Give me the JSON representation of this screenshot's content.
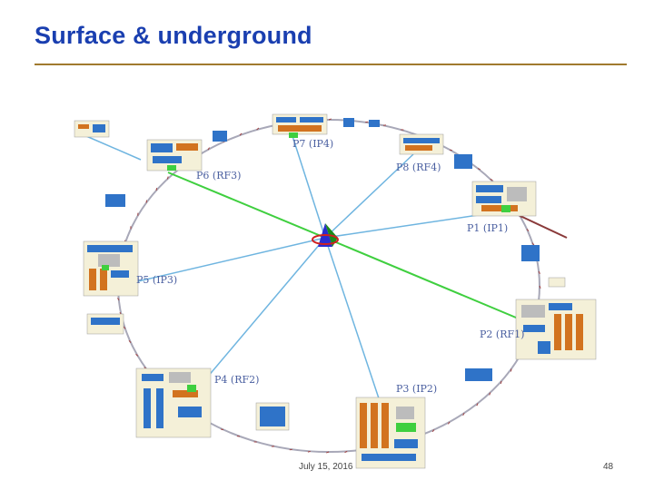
{
  "slide": {
    "title": "Surface & underground",
    "date": "July 15, 2016",
    "page_number": "48"
  },
  "diagram": {
    "points": [
      {
        "id": "p1",
        "label": "P1 (IP1)"
      },
      {
        "id": "p2",
        "label": "P2 (RF1)"
      },
      {
        "id": "p3",
        "label": "P3 (IP2)"
      },
      {
        "id": "p4",
        "label": "P4 (RF2)"
      },
      {
        "id": "p5",
        "label": "P5 (IP3)"
      },
      {
        "id": "p6",
        "label": "P6 (RF3)"
      },
      {
        "id": "p7",
        "label": "P7 (IP4)"
      },
      {
        "id": "p8",
        "label": "P8 (RF4)"
      }
    ],
    "colors": {
      "title": "#1a3fb0",
      "rule": "#a07a2e",
      "ring": "#a8a8b8",
      "ip_lines": "#6fb5e0",
      "rf_lines": "#3fcf3f",
      "buildings_orange": "#d2731f",
      "buildings_blue": "#2f73c8",
      "buildings_gray": "#bcbcbc",
      "site_ground": "#f4f0d8"
    }
  }
}
